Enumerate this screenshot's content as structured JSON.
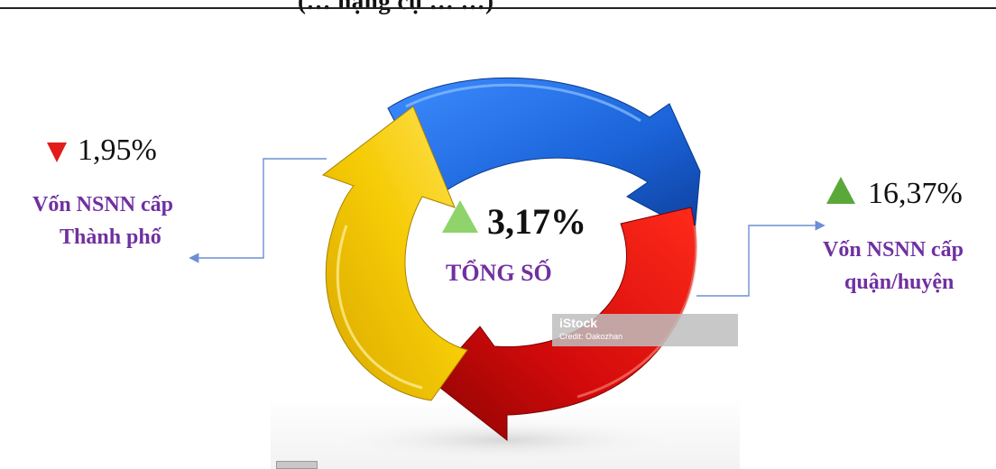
{
  "header": {
    "title_fragment": "(… hạng cụ … …)"
  },
  "center": {
    "trend": "up",
    "value": "3,17%",
    "label": "TỔNG SỐ"
  },
  "left": {
    "trend": "down",
    "value": "1,95%",
    "label_line1": "Vốn NSNN cấp",
    "label_line2": "Thành phố"
  },
  "right": {
    "trend": "up",
    "value": "16,37%",
    "label_line1": "Vốn NSNN cấp",
    "label_line2": "quận/huyện"
  },
  "watermark": {
    "brand": "iStock",
    "credit": "Credit: Oakozhan"
  },
  "colors": {
    "blue_arrow": "#1e6fe0",
    "red_arrow": "#d40c0c",
    "yellow_arrow": "#f2c200",
    "label_purple": "#7030a0",
    "down_triangle": "#e31b1b",
    "up_triangle": "#5aa83a",
    "connector_line": "#6c8fd4"
  }
}
